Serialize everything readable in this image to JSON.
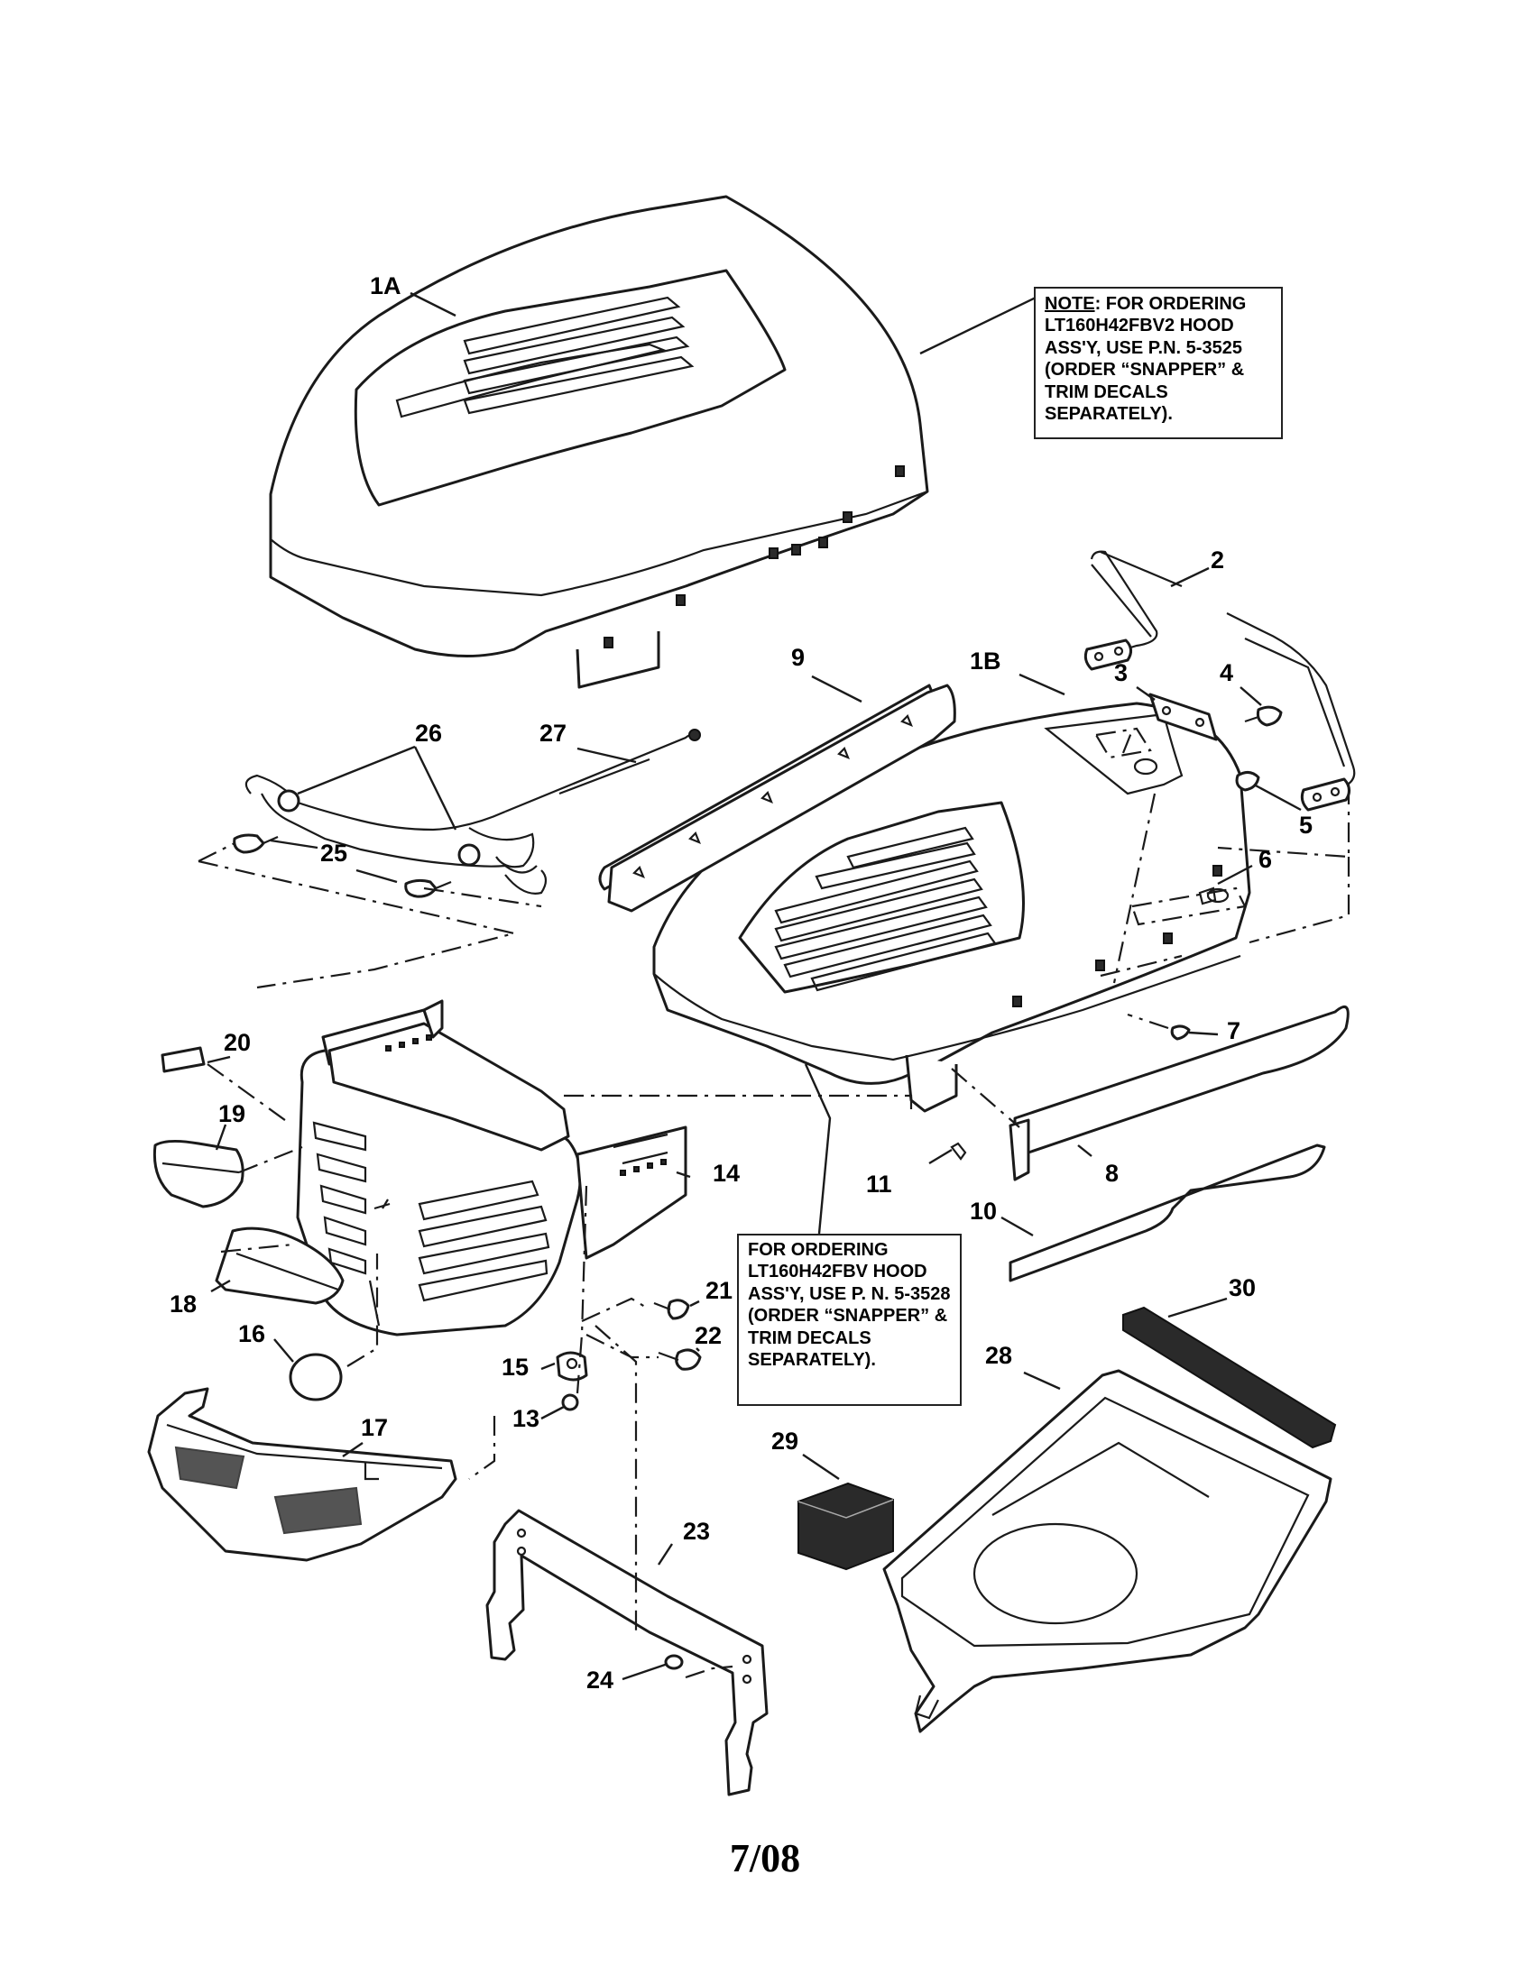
{
  "notes": {
    "top": {
      "label": "NOTE",
      "text": ": FOR ORDERING LT160H42FBV2 HOOD ASS'Y, USE P.N. 5-3525 (ORDER “SNAPPER” & TRIM DECALS SEPARATELY)."
    },
    "middle": {
      "text": "FOR ORDERING LT160H42FBV HOOD ASS'Y, USE P. N. 5-3528 (ORDER “SNAPPER” & TRIM DECALS SEPARATELY)."
    }
  },
  "callouts": [
    "1A",
    "1B",
    "2",
    "3",
    "4",
    "5",
    "6",
    "7",
    "8",
    "9",
    "10",
    "11",
    "13",
    "14",
    "15",
    "16",
    "17",
    "18",
    "19",
    "20",
    "21",
    "22",
    "23",
    "24",
    "25",
    "26",
    "27",
    "28",
    "29",
    "30"
  ],
  "footer": "7/08",
  "colors": {
    "line": "#1a1a1a",
    "background": "#ffffff"
  }
}
